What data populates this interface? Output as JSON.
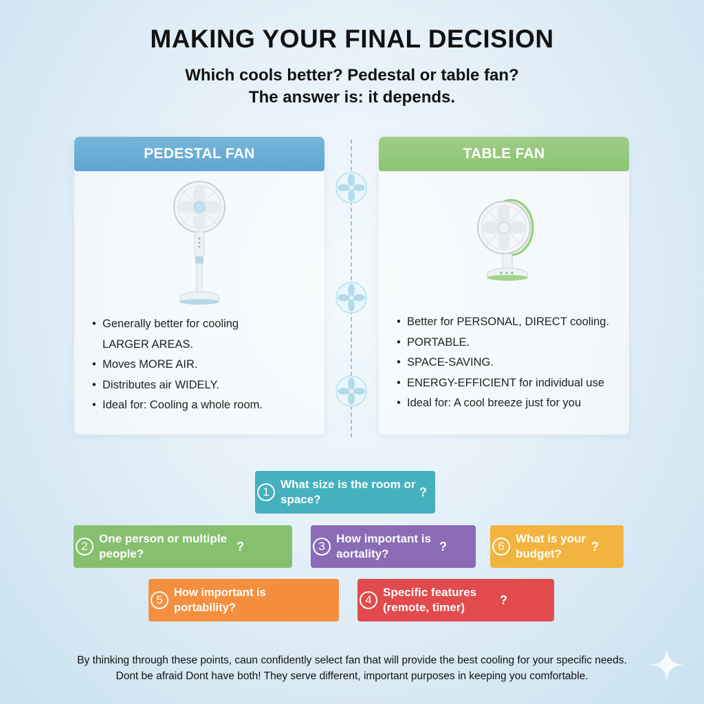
{
  "title": "MAKING YOUR FINAL DECISION",
  "subtitle": {
    "line1": "Which cools better? Pedestal or table fan?",
    "line2": "The answer is: it depends."
  },
  "pedestal": {
    "header": "PEDESTAL FAN",
    "image_icon": "pedestal-fan-icon",
    "bullets": [
      {
        "text": "Generally better for cooling",
        "cont": "LARGER AREAS."
      },
      {
        "text": "Moves MORE AIR."
      },
      {
        "text": "Distributes air WIDELY."
      },
      {
        "text": "Ideal for: Cooling a whole room."
      }
    ]
  },
  "table": {
    "header": "TABLE FAN",
    "image_icon": "table-fan-icon",
    "bullets": [
      {
        "text": "Better for PERSONAL, DIRECT cooling."
      },
      {
        "text": "PORTABLE."
      },
      {
        "text": "SPACE-SAVING."
      },
      {
        "text": "ENERGY-EFFICIENT for individual use"
      },
      {
        "text": "Ideal for: A cool breeze just for you"
      }
    ]
  },
  "questions": [
    {
      "num": "1",
      "text": "What size is the room or space?",
      "mark": "?",
      "color": "#45b1bf"
    },
    {
      "num": "2",
      "text": "One person or multiple people?",
      "mark": "?",
      "color": "#86c06e"
    },
    {
      "num": "3",
      "text": "How important is aortality?",
      "mark": "?",
      "color": "#8b6bb5"
    },
    {
      "num": "6",
      "text": "What is your budget?",
      "mark": "?",
      "color": "#f2b43f"
    },
    {
      "num": "5",
      "text": "How important is portability?",
      "mark": "",
      "color": "#f48f3f"
    },
    {
      "num": "4",
      "text": "Specific features (remote, timer)",
      "mark": "?",
      "color": "#e24b4d"
    }
  ],
  "footer": {
    "line1": "By thinking through these points, caun confidently select fan that will provide the best cooling for your specific needs.",
    "line2": "Dont be afraid Dont have both! They serve different, important purposes in keeping you comfortable."
  }
}
